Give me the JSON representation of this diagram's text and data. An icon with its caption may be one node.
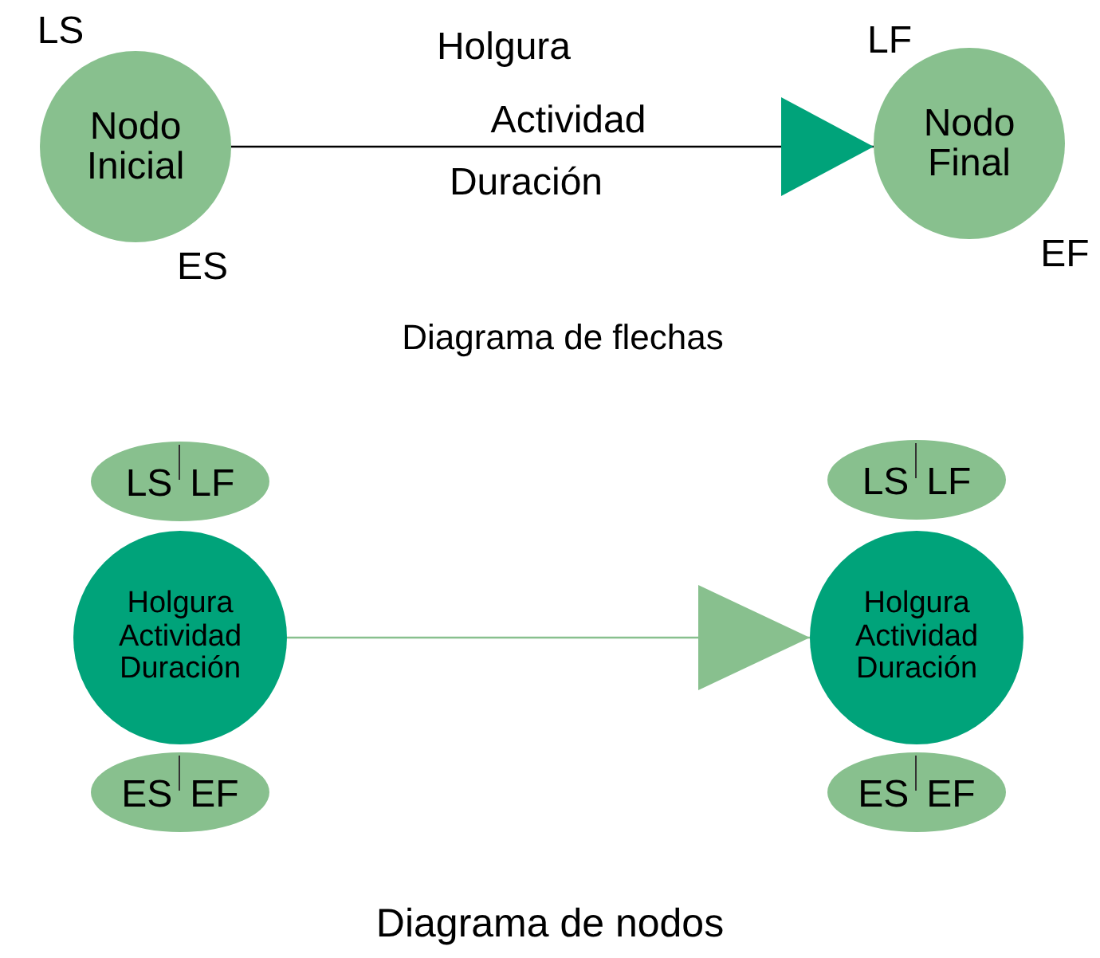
{
  "diagram": {
    "nodes": [
      {
        "text": [
          "Nodo Inicial"
        ],
        "beside": [
          "LS",
          "ES"
        ]
      },
      {
        "text": [
          "Nodo Final"
        ],
        "beside": [
          "LF",
          "EF"
        ]
      },
      {
        "text": [
          "LS",
          "LF"
        ]
      },
      {
        "text": [
          "Holgura Actividad Duración"
        ]
      },
      {
        "text": [
          "ES",
          "EF"
        ]
      },
      {
        "text": [
          "LS",
          "LF"
        ]
      },
      {
        "text": [
          "Holgura Actividad Duración"
        ]
      },
      {
        "text": [
          "ES",
          "EF"
        ]
      }
    ],
    "edges": [
      {
        "from": 0,
        "to": 1,
        "arrow": "to",
        "label": "Actividad"
      },
      {
        "from": 3,
        "to": 6,
        "arrow": "to",
        "color": "#88c08e"
      }
    ],
    "labels": [
      "Holgura",
      "Duración",
      "Diagrama de flechas",
      "Diagrama de nodos"
    ]
  }
}
